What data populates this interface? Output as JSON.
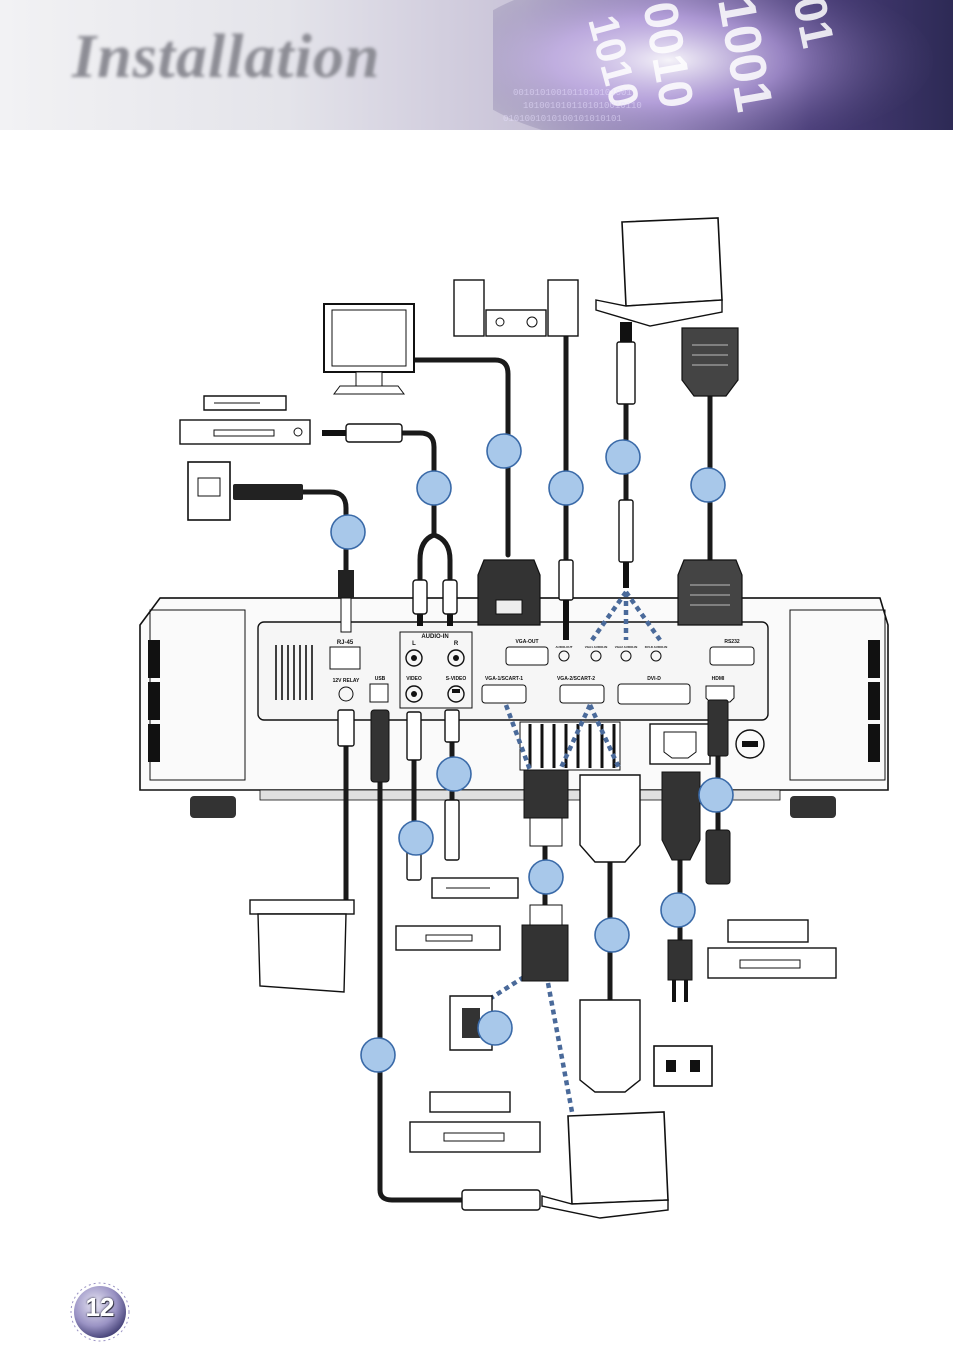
{
  "header": {
    "title": "Installation"
  },
  "page": {
    "number": "12"
  },
  "projector_panel": {
    "ports": {
      "rj45": "RJ-45",
      "audio_in": "AUDIO-IN",
      "audio_l": "L",
      "audio_r": "R",
      "video": "VIDEO",
      "s_video": "S-VIDEO",
      "vga_out": "VGA-OUT",
      "audio_out": "AUDIO-OUT",
      "vga1_audio_in": "VGA1 AUDIO-IN",
      "vga2_audio_in": "VGA2 AUDIO-IN",
      "dvid_audio_in": "DVI-D AUDIO-IN",
      "rs232": "RS232",
      "vga1_scart": "VGA-1/SCART-1",
      "vga2_scart": "VGA-2/SCART-2",
      "dvi_d": "DVI-D",
      "hdmi": "HDMI",
      "usb": "USB",
      "relay": "12V RELAY"
    }
  },
  "colors": {
    "cable": "#1a1a1a",
    "dashed": "#4a6a9a",
    "callout_fill": "#a8c8ea",
    "callout_stroke": "#3a6aa8"
  }
}
